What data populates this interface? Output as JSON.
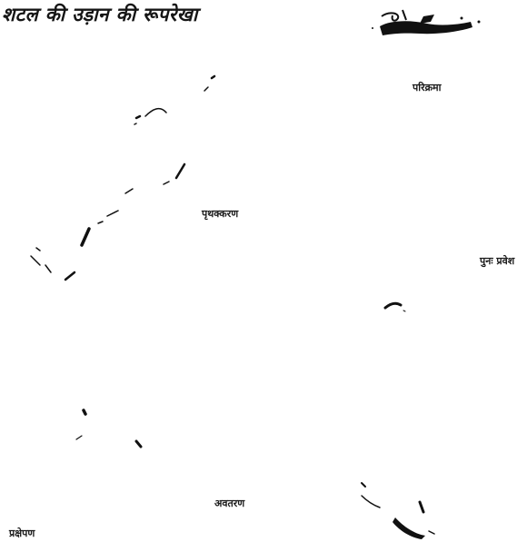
{
  "diagram": {
    "title": "शटल की उड़ान की रूपरेखा",
    "stages": {
      "orbit": "परिक्रमा",
      "separation": "पृथक्करण",
      "reentry": "पुनः प्रवेश",
      "landing": "अवतरण",
      "launch": "प्रक्षेपण"
    }
  },
  "colors": {
    "ink": "#111111",
    "background": "#ffffff"
  }
}
